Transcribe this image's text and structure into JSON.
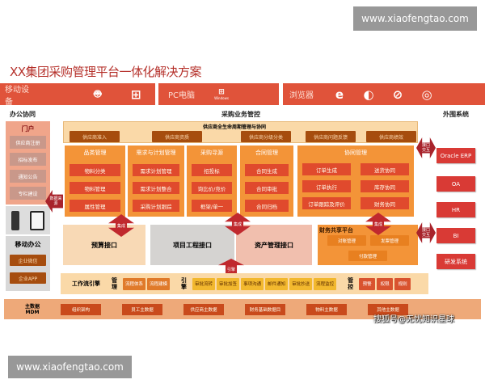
{
  "title": "XX集团采购管理平台一体化解决方案",
  "watermarks": {
    "top": "www.xiaofengtao.com",
    "bottom": "www.xiaofengtao.com",
    "sohu": "搜狐号@无忧知识星球"
  },
  "device_bar": {
    "mobile": {
      "label": "移动设备",
      "icons": [
        "apple-icon",
        "android-icon",
        "windows-tiles-icon"
      ]
    },
    "pc": {
      "label": "PC电脑",
      "icons": [
        "windows-logo-icon"
      ],
      "icon_caption": "Windows"
    },
    "browser": {
      "label": "浏览器",
      "icons": [
        "ie-icon",
        "firefox-icon",
        "safari-icon",
        "chrome-icon"
      ]
    }
  },
  "sections": {
    "office": "办公协同",
    "business": "采购业务管控",
    "external": "外围系统"
  },
  "portal": {
    "title": "门户",
    "items": [
      "供应商注册",
      "招标发布",
      "通知公告",
      "专栏建设"
    ]
  },
  "mobile_office": {
    "title": "移动办公",
    "items": [
      "企业微信",
      "企业APP"
    ]
  },
  "data_source_arrow": "数据来源",
  "lifecycle": {
    "title": "供应商全生命周期管理与协同",
    "items": [
      "供应商准入",
      "供应商资质",
      "供应商分级分类",
      "供应商问题反馈",
      "供应商绩效"
    ]
  },
  "modules": [
    {
      "title": "品类管理",
      "items": [
        "物料分类",
        "物料管理",
        "属性管理"
      ]
    },
    {
      "title": "需求与计划管理",
      "items": [
        "需求计划管理",
        "需求计划整合",
        "采购计划跟踪"
      ]
    },
    {
      "title": "采购寻源",
      "items": [
        "招投标",
        "询比价/竞价",
        "框架/单一"
      ]
    },
    {
      "title": "合同管理",
      "items": [
        "合同生成",
        "合同审批",
        "合同归档"
      ]
    },
    {
      "title": "协同管理",
      "items": [
        "订单生成",
        "送货协同",
        "订单执行",
        "库存协同",
        "订单跟踪及评价",
        "财务协同"
      ]
    }
  ],
  "integration_arrow": "集成",
  "engine_arrow": "引擎",
  "interfaces": [
    "预算接口",
    "项目工程接口",
    "资产管理接口"
  ],
  "finance": {
    "title": "财务共享平台",
    "items": [
      "对账管理",
      "发票管理",
      "付款管理"
    ]
  },
  "workflow": {
    "title": "工作流引擎",
    "groups": [
      {
        "label": "管理",
        "items": [
          "流程体系",
          "流程建模"
        ]
      },
      {
        "label": "引擎",
        "items": [
          "审批流转",
          "审批加签",
          "事项沟通",
          "邮件通知",
          "审批抄送",
          "流程监控"
        ]
      },
      {
        "label": "管控",
        "items": [
          "预警",
          "权限",
          "规则"
        ]
      }
    ]
  },
  "mdm": {
    "title": "主数据",
    "subtitle": "MDM",
    "items": [
      "组织架构",
      "员工主数据",
      "供应商主数据",
      "财务基础数据目",
      "物料主数据",
      "其他主数据"
    ]
  },
  "interface_arrow": "接口交互",
  "external_systems": [
    "Oracle ERP",
    "OA",
    "HR",
    "BI",
    "研发系统"
  ],
  "colors": {
    "primary_red": "#e0533a",
    "orange": "#f39438",
    "brown": "#a64d0e",
    "dark_red": "#c0292e"
  }
}
